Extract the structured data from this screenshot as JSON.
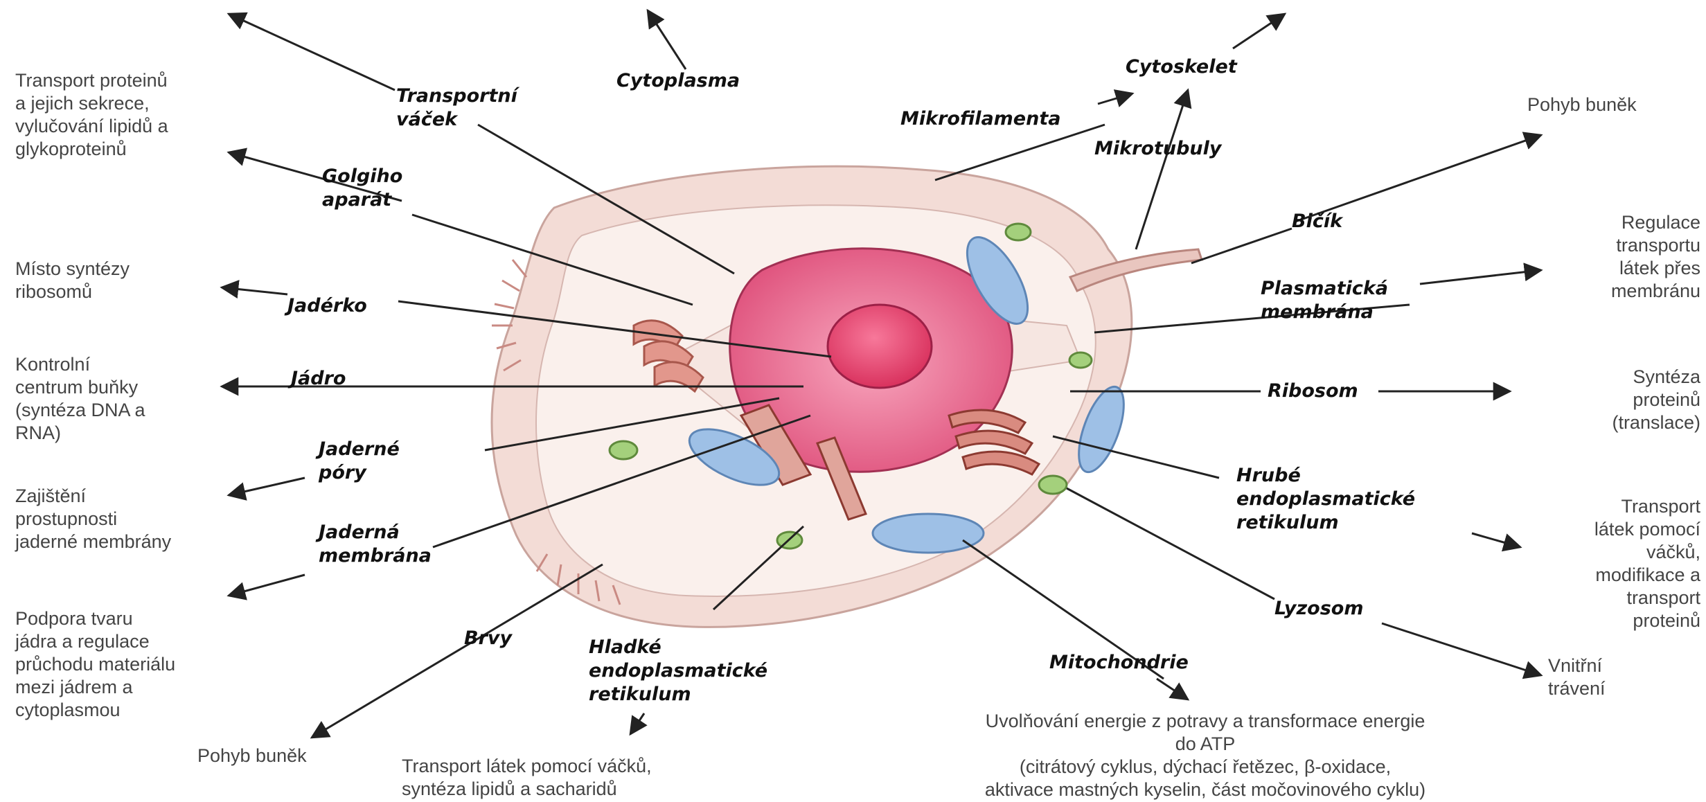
{
  "diagram": {
    "colors": {
      "cell_outer": "#f3dcd6",
      "cytoplasm": "#faf0ec",
      "nucleus": "#e7628c",
      "nucleolus": "#e6406c",
      "golgi": "#d8877c",
      "mitochondria": "#9ec0e6",
      "lysosome": "#a4d07c",
      "text_label": "#111111",
      "text_function": "#444444"
    },
    "labels": {
      "transport_vesicle": "Transportní\nváček",
      "cytoplasm": "Cytoplasma",
      "cytoskeleton": "Cytoskelet",
      "microfilaments": "Mikrofilamenta",
      "microtubules": "Mikrotubuly",
      "golgi": "Golgiho\naparát",
      "flagellum": "Bičík",
      "nucleolus": "Jadérko",
      "plasma_membrane": "Plasmatická\nmembrána",
      "nucleus": "Jádro",
      "ribosome": "Ribosom",
      "nuclear_pores": "Jaderné\npóry",
      "rough_er": "Hrubé\nendoplasmatické\nretikulum",
      "nuclear_membrane": "Jaderná\nmembrána",
      "lysosome": "Lyzosom",
      "cilia": "Brvy",
      "smooth_er": "Hladké\nendoplasmatické\nretikulum",
      "mitochondria": "Mitochondrie"
    },
    "functions": {
      "golgi": "Transport proteinů\na jejich sekrece,\nvylučování lipidů a\nglykoproteinů",
      "nucleolus": "Místo syntézy\nribosomů",
      "nucleus": "Kontrolní\ncentrum buňky\n(syntéza DNA a\nRNA)",
      "nuclear_pores": "Zajištění\nprostupnosti\njaderné membrány",
      "nuclear_membrane": "Podpora tvaru\njádra a regulace\nprůchodu materiálu\nmezi jádrem a\ncytoplasmou",
      "cilia": "Pohyb buněk",
      "smooth_er": "Transport látek pomocí váčků,\nsyntéza lipidů a sacharidů",
      "mitochondria": "Uvolňování energie z potravy a transformace energie\ndo ATP\n(citrátový cyklus, dýchací řetězec, β-oxidace,\naktivace mastných kyselin, část močovinového cyklu)",
      "flagellum": "Pohyb buněk",
      "plasma_membrane": "Regulace\ntransportu\nlátek přes\nmembránu",
      "ribosome": "Syntéza\nproteinů\n(translace)",
      "rough_er": "Transport\nlátek pomocí\nváčků,\nmodifikace a\ntransport\nproteinů",
      "lysosome": "Vnitřní\ntrávení"
    }
  }
}
